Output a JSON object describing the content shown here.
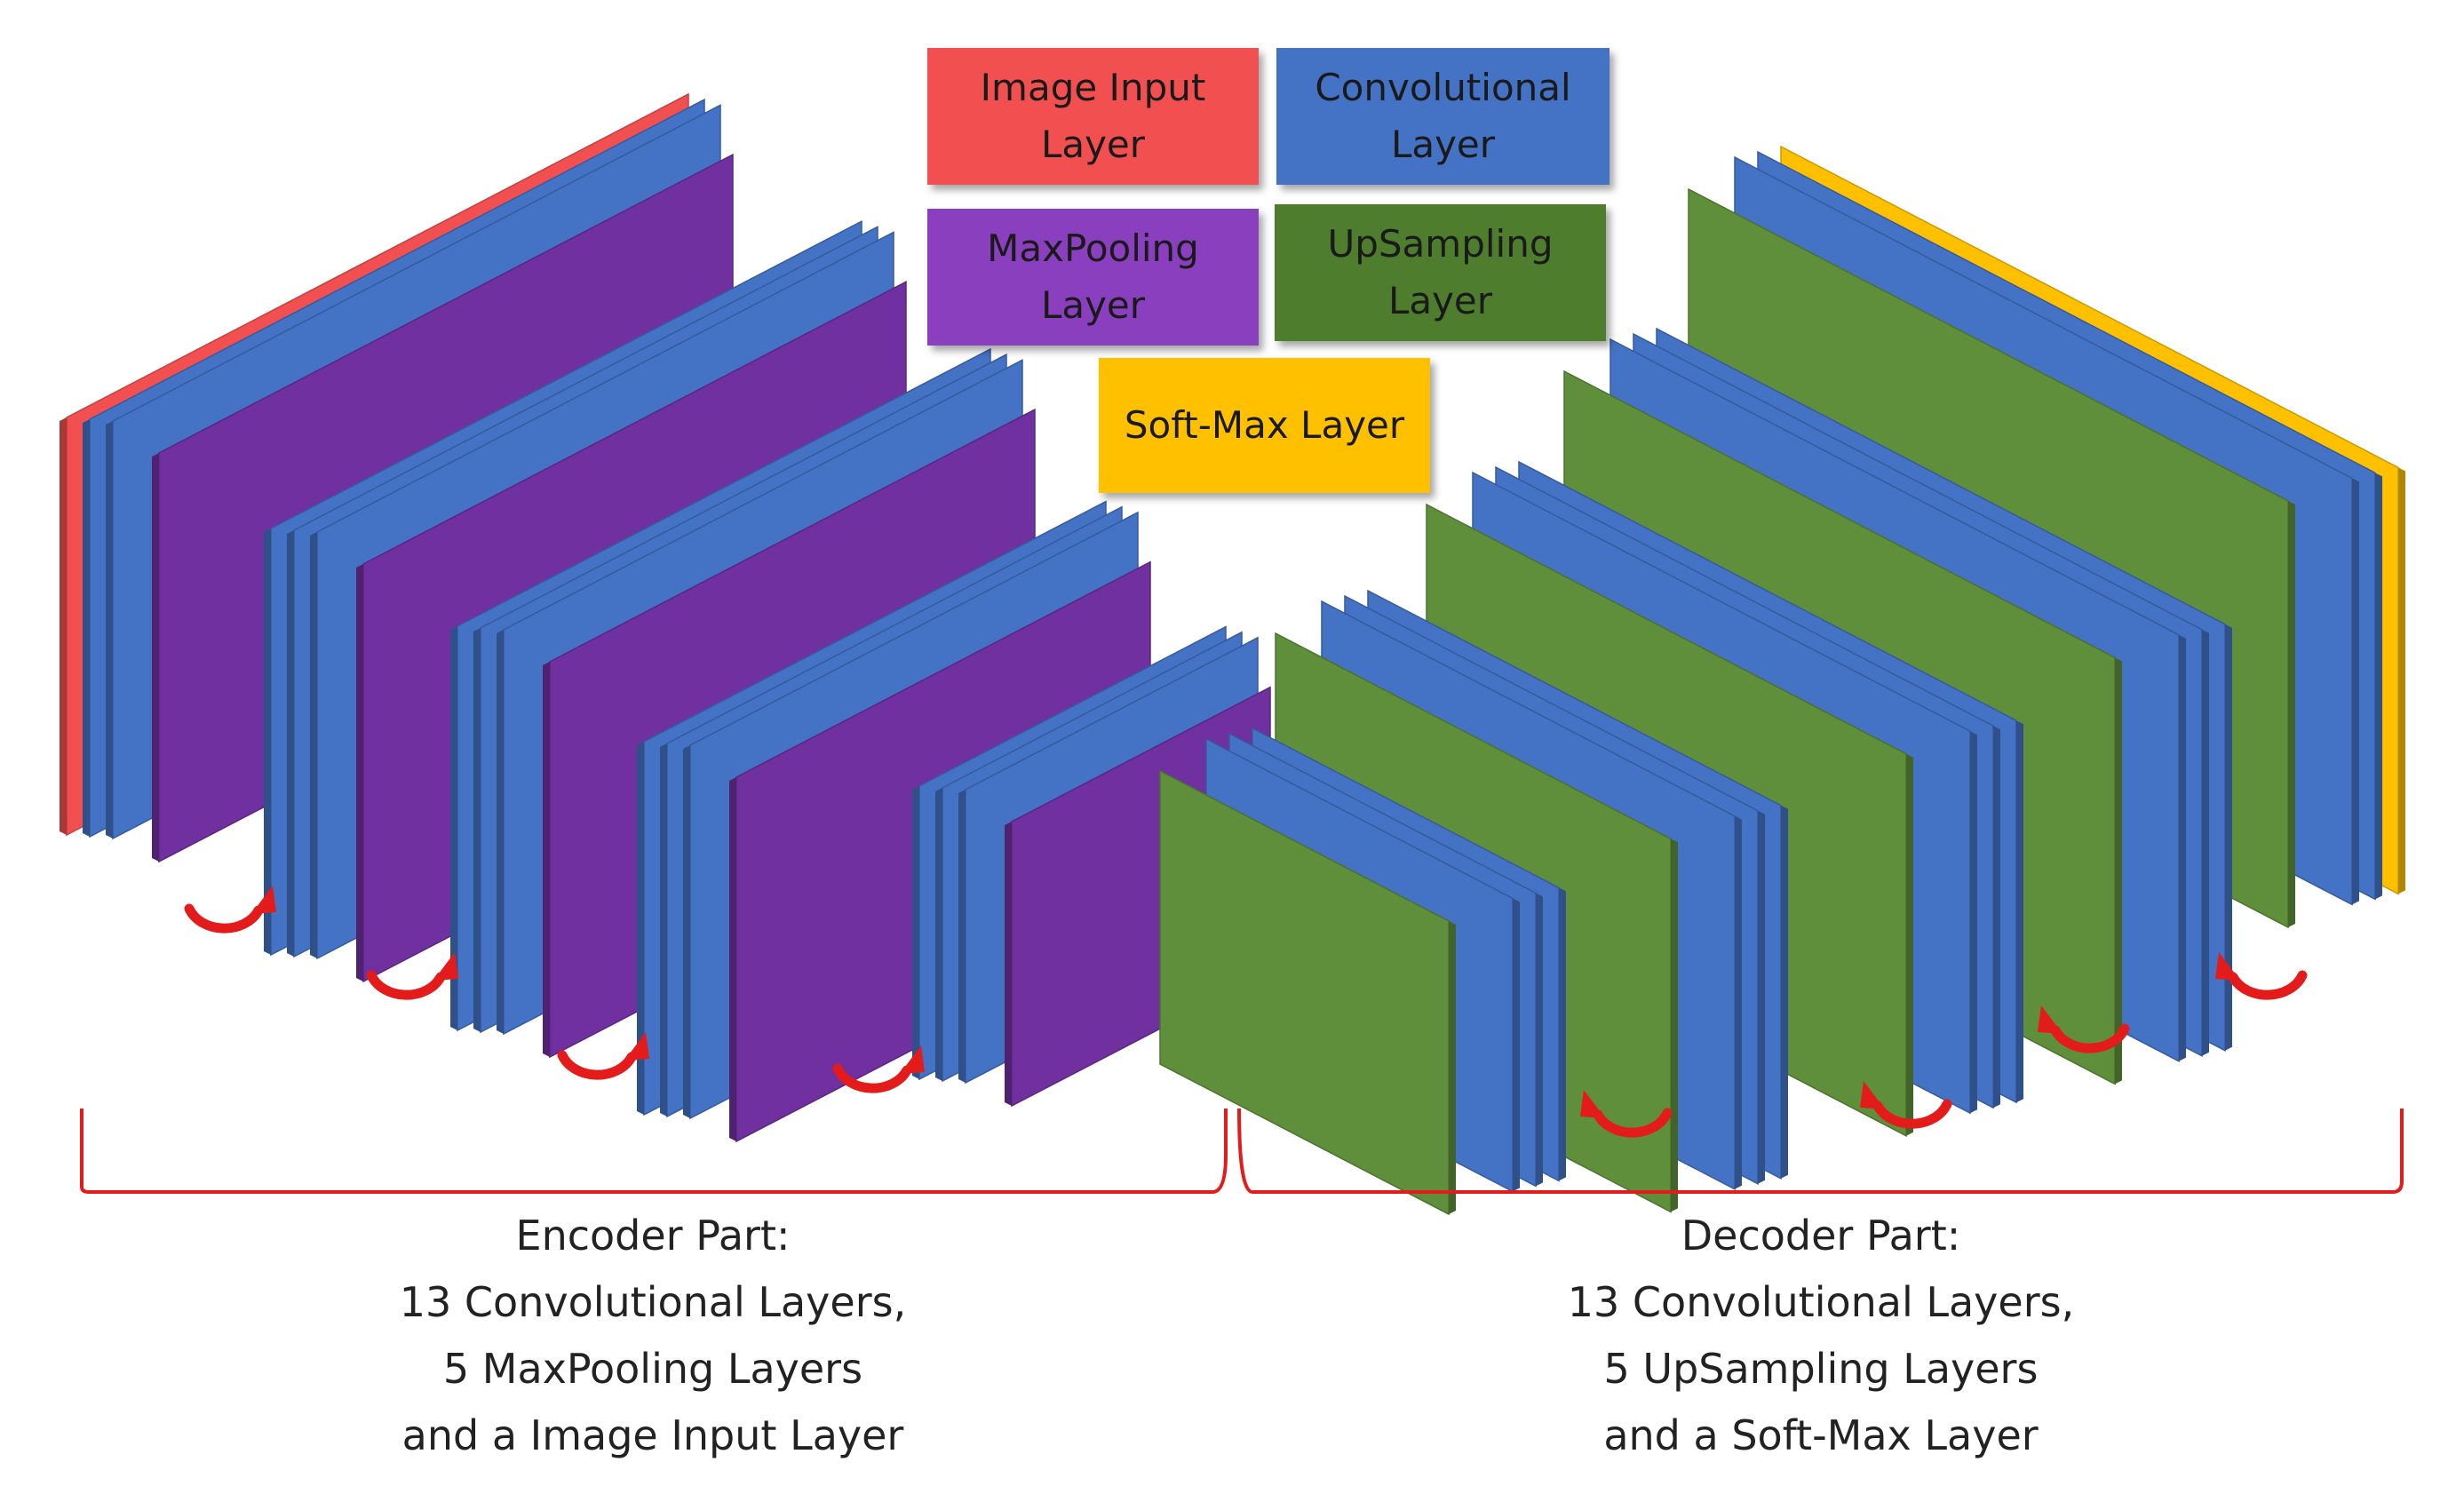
{
  "legend": {
    "input": {
      "label": "Image Input\nLayer",
      "color": "#f25050"
    },
    "conv": {
      "label": "Convolutional\nLayer",
      "color": "#4472c4"
    },
    "maxpool": {
      "label": "MaxPooling\nLayer",
      "color": "#8a3fbf"
    },
    "upsample": {
      "label": "UpSampling\nLayer",
      "color": "#4e7d2e"
    },
    "softmax": {
      "label": "Soft-Max Layer",
      "color": "#ffc000"
    }
  },
  "encoder_caption": {
    "lines": [
      "Encoder Part:",
      "13 Convolutional Layers,",
      "5 MaxPooling Layers",
      "and a Image Input Layer"
    ]
  },
  "decoder_caption": {
    "lines": [
      "Decoder Part:",
      "13 Convolutional Layers,",
      "5 UpSampling  Layers",
      "and a Soft-Max Layer"
    ]
  },
  "colors": {
    "input": "#f25050",
    "conv": "#4472c4",
    "maxpool": "#7030a0",
    "upsample": "#5f8f3b",
    "softmax": "#ffc000",
    "arrow": "#e41b1b",
    "bracket": "#e41b1b"
  }
}
